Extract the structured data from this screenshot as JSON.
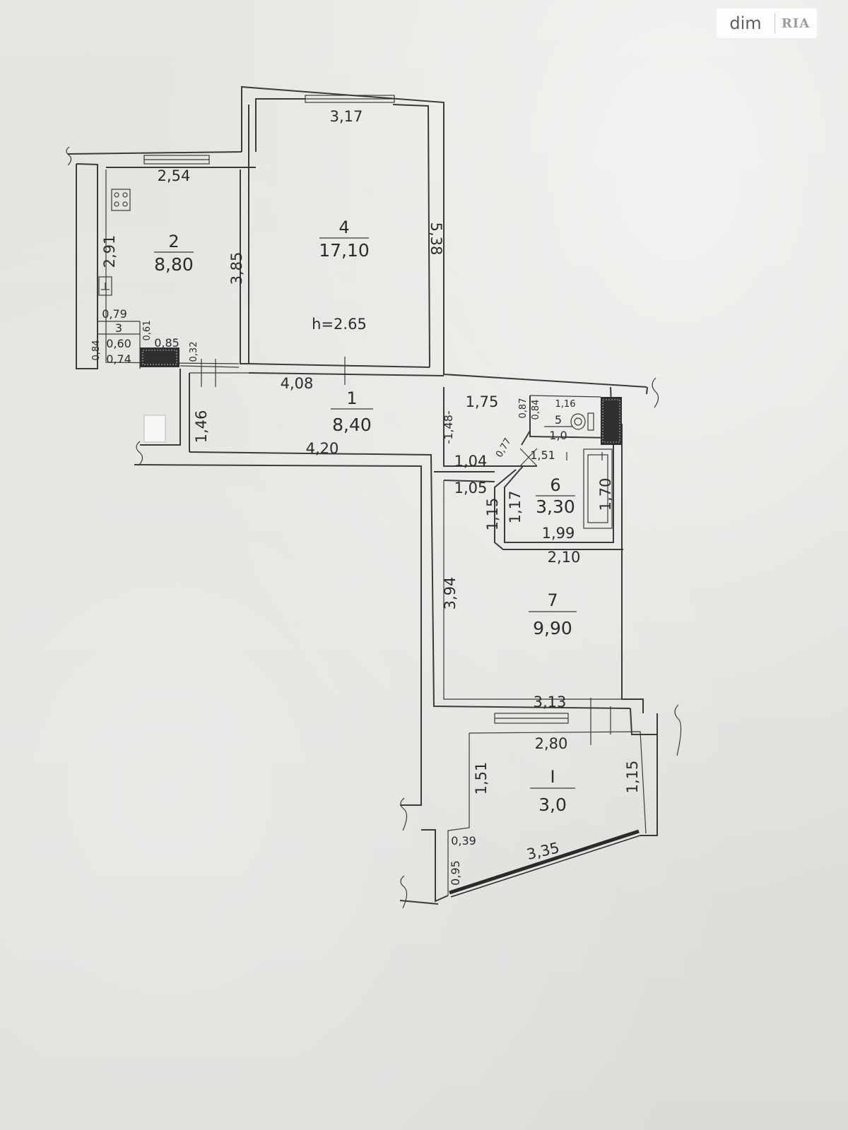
{
  "watermark": {
    "left": "dim",
    "right": "RIA"
  },
  "plan": {
    "ceiling_height": "h=2.65",
    "rooms": [
      {
        "number": "1",
        "area": "8,40"
      },
      {
        "number": "2",
        "area": "8,80"
      },
      {
        "number": "3",
        "area": "0,60"
      },
      {
        "number": "4",
        "area": "17,10"
      },
      {
        "number": "5",
        "area": "1,0"
      },
      {
        "number": "6",
        "area": "3,30"
      },
      {
        "number": "7",
        "area": "9,90"
      },
      {
        "number": "I",
        "area": "3,0"
      }
    ],
    "dimensions": {
      "d317": "3,17",
      "d254": "2,54",
      "d291": "2,91",
      "d385": "3,85",
      "d538": "5,38",
      "d079": "0,79",
      "d061": "0,61",
      "d084a": "0,84",
      "d085": "0,85",
      "d074": "0,74",
      "d032": "0,32",
      "d408": "4,08",
      "d146": "1,46",
      "d420": "4,20",
      "d175": "1,75",
      "d148": "-1,48-",
      "d087": "0,87",
      "d084b": "0,84",
      "d116": "1,16",
      "d077": "0,77",
      "d151a": "1,51",
      "d104": "1,04",
      "d105": "1,05",
      "d115a": "1,15",
      "d117": "1,17",
      "d170": "1,70",
      "d199": "1,99",
      "d210": "2,10",
      "d394": "3,94",
      "d313": "3,13",
      "d280": "2,80",
      "d151b": "1,51",
      "d115b": "1,15",
      "d039": "0,39",
      "d095": "0,95",
      "d335": "3,35"
    }
  }
}
